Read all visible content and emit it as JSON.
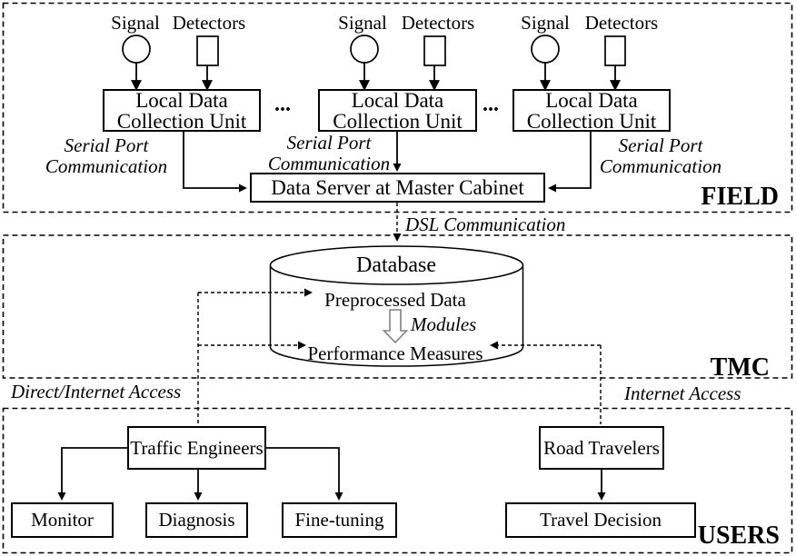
{
  "field": {
    "section_label": "FIELD",
    "ellipsis": "...",
    "data_server_label": "Data Server at Master Cabinet",
    "groups": [
      {
        "signal_label": "Signal",
        "detectors_label": "Detectors",
        "unit_line1": "Local Data",
        "unit_line2": "Collection Unit",
        "serial_line1": "Serial Port",
        "serial_line2": "Communication"
      },
      {
        "signal_label": "Signal",
        "detectors_label": "Detectors",
        "unit_line1": "Local Data",
        "unit_line2": "Collection Unit",
        "serial_line1": "Serial Port",
        "serial_line2": "Communication"
      },
      {
        "signal_label": "Signal",
        "detectors_label": "Detectors",
        "unit_line1": "Local Data",
        "unit_line2": "Collection Unit",
        "serial_line1": "Serial Port",
        "serial_line2": "Communication"
      }
    ]
  },
  "tmc": {
    "section_label": "TMC",
    "dsl_label": "DSL Communication",
    "database_label": "Database",
    "preprocessed_label": "Preprocessed Data",
    "modules_label": "Modules",
    "performance_label": "Performance Measures"
  },
  "access_labels": {
    "direct": "Direct/Internet Access",
    "internet": "Internet Access"
  },
  "users": {
    "section_label": "USERS",
    "traffic_engineers_label": "Traffic Engineers",
    "road_travelers_label": "Road Travelers",
    "monitor_label": "Monitor",
    "diagnosis_label": "Diagnosis",
    "fine_tuning_label": "Fine-tuning",
    "travel_decision_label": "Travel Decision"
  },
  "colors": {
    "line": "#000000",
    "background": "#ffffff",
    "modules_arrow_outline": "#808080"
  }
}
